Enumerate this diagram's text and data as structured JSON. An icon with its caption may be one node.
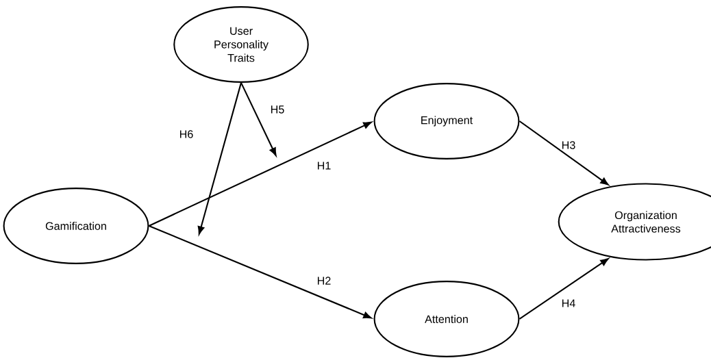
{
  "diagram": {
    "nodes": [
      {
        "text": [
          "User Personality Traits"
        ]
      },
      {
        "text": [
          "Enjoyment"
        ]
      },
      {
        "text": [
          "Gamification"
        ]
      },
      {
        "text": [
          "Organization Attractiveness"
        ]
      },
      {
        "text": [
          "Attention"
        ]
      }
    ],
    "edges": [
      {
        "from": 0,
        "to": null,
        "arrow": "to",
        "label": "H6"
      },
      {
        "from": 0,
        "to": null,
        "arrow": "to",
        "label": "H5"
      },
      {
        "from": 2,
        "to": 1,
        "arrow": "to",
        "label": "H1"
      },
      {
        "from": 2,
        "to": 4,
        "arrow": "to",
        "label": "H2"
      },
      {
        "from": 1,
        "to": 3,
        "arrow": "to",
        "label": "H3"
      },
      {
        "from": 4,
        "to": 3,
        "arrow": "to",
        "label": "H4"
      }
    ]
  }
}
